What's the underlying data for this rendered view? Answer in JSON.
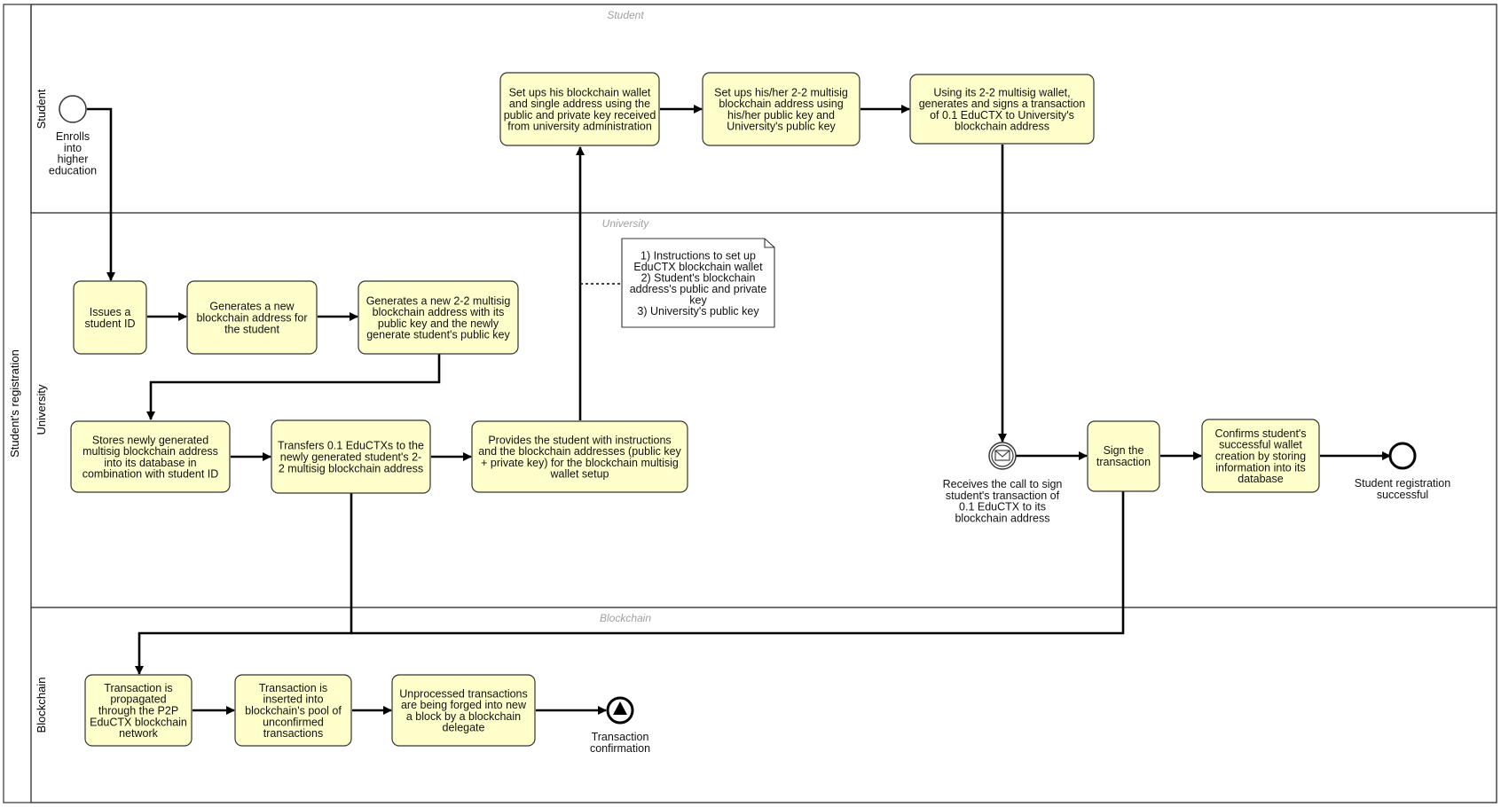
{
  "pool": {
    "title": "Student's registration"
  },
  "lanes": [
    {
      "id": "student",
      "title": "Student",
      "watermark": "Student"
    },
    {
      "id": "university",
      "title": "University",
      "watermark": "University"
    },
    {
      "id": "blockchain",
      "title": "Blockchain",
      "watermark": "Blockchain"
    }
  ],
  "tasks": {
    "issue_id": {
      "lines": [
        "Issues a",
        "student ID"
      ]
    },
    "gen_address": {
      "lines": [
        "Generates a new",
        "blockchain address for",
        "the student"
      ]
    },
    "gen_multisig": {
      "lines": [
        "Generates a new 2-2 multisig",
        "blockchain address with its",
        "public key and the newly",
        "generate student's public key"
      ]
    },
    "store": {
      "lines": [
        "Stores newly generated",
        "multisig blockchain address",
        "into its database in",
        "combination with student ID"
      ]
    },
    "transfer": {
      "lines": [
        "Transfers 0.1 EduCTXs to the",
        "newly generated student's 2-",
        "2 multisig blockchain address"
      ]
    },
    "provide": {
      "lines": [
        "Provides the student with instructions",
        "and the blockchain addresses (public key",
        "+ private key) for the blockchain multisig",
        "wallet setup"
      ]
    },
    "setup_wallet": {
      "lines": [
        "Set ups his blockchain wallet",
        "and single address using the",
        "public and private key received",
        "from university administration"
      ]
    },
    "setup_multisig": {
      "lines": [
        "Set ups his/her 2-2 multisig",
        "blockchain address using",
        "his/her public key and",
        "University's public key"
      ]
    },
    "sign_tx": {
      "lines": [
        "Using its 2-2 multisig wallet,",
        "generates and signs a transaction",
        "of 0.1 EduCTX to University's",
        "blockchain address"
      ]
    },
    "sign_the_tx": {
      "lines": [
        "Sign the",
        "transaction"
      ]
    },
    "confirm": {
      "lines": [
        "Confirms student's",
        "successful wallet",
        "creation by storing",
        "information into its",
        "database"
      ]
    },
    "propagate": {
      "lines": [
        "Transaction is",
        "propagated",
        "through the P2P",
        "EduCTX blockchain",
        "network"
      ]
    },
    "insert_pool": {
      "lines": [
        "Transaction is",
        "inserted into",
        "blockchain's pool of",
        "unconfirmed",
        "transactions"
      ]
    },
    "forge": {
      "lines": [
        "Unprocessed transactions",
        "are being forged into new",
        "a block by a blockchain",
        "delegate"
      ]
    }
  },
  "events": {
    "start": {
      "lines": [
        "Enrolls",
        "into",
        "higher",
        "education"
      ]
    },
    "receive_call": {
      "lines": [
        "Receives the call to sign",
        "student's transaction of",
        "0.1 EduCTX to its",
        "blockchain address"
      ]
    },
    "end_success": {
      "lines": [
        "Student registration",
        "successful"
      ]
    },
    "signal_end": {
      "lines": [
        "Transaction",
        "confirmation"
      ]
    }
  },
  "annotation": {
    "lines": [
      "1) Instructions to set up",
      "EduCTX blockchain wallet",
      "2) Student's blockchain",
      "address's public and private",
      "key",
      "3) University's public key"
    ]
  },
  "icons": {
    "message": "envelope-icon",
    "signal": "triangle-icon"
  }
}
